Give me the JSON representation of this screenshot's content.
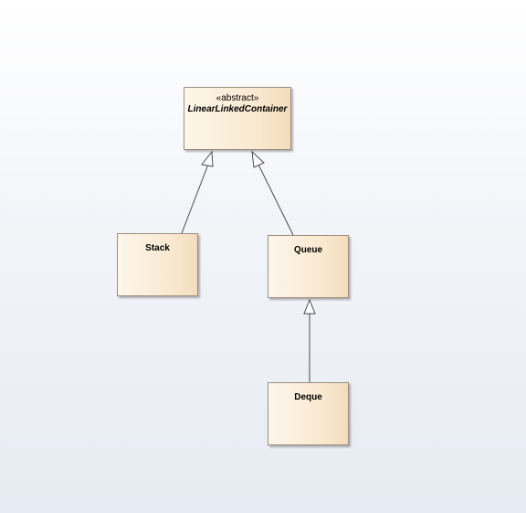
{
  "diagram": {
    "classes": [
      {
        "id": "linear-linked-container",
        "stereotype": "«abstract»",
        "name": "LinearLinkedContainer",
        "abstract": true
      },
      {
        "id": "stack",
        "name": "Stack",
        "abstract": false
      },
      {
        "id": "queue",
        "name": "Queue",
        "abstract": false
      },
      {
        "id": "deque",
        "name": "Deque",
        "abstract": false
      }
    ],
    "relations": [
      {
        "type": "generalization",
        "from": "stack",
        "to": "linear-linked-container"
      },
      {
        "type": "generalization",
        "from": "queue",
        "to": "linear-linked-container"
      },
      {
        "type": "generalization",
        "from": "deque",
        "to": "queue"
      }
    ],
    "colors": {
      "box_fill_light": "#fdf6ea",
      "box_fill_dark": "#f3dcbb",
      "box_border": "#9a8e80",
      "line": "#4a4a4a"
    }
  }
}
